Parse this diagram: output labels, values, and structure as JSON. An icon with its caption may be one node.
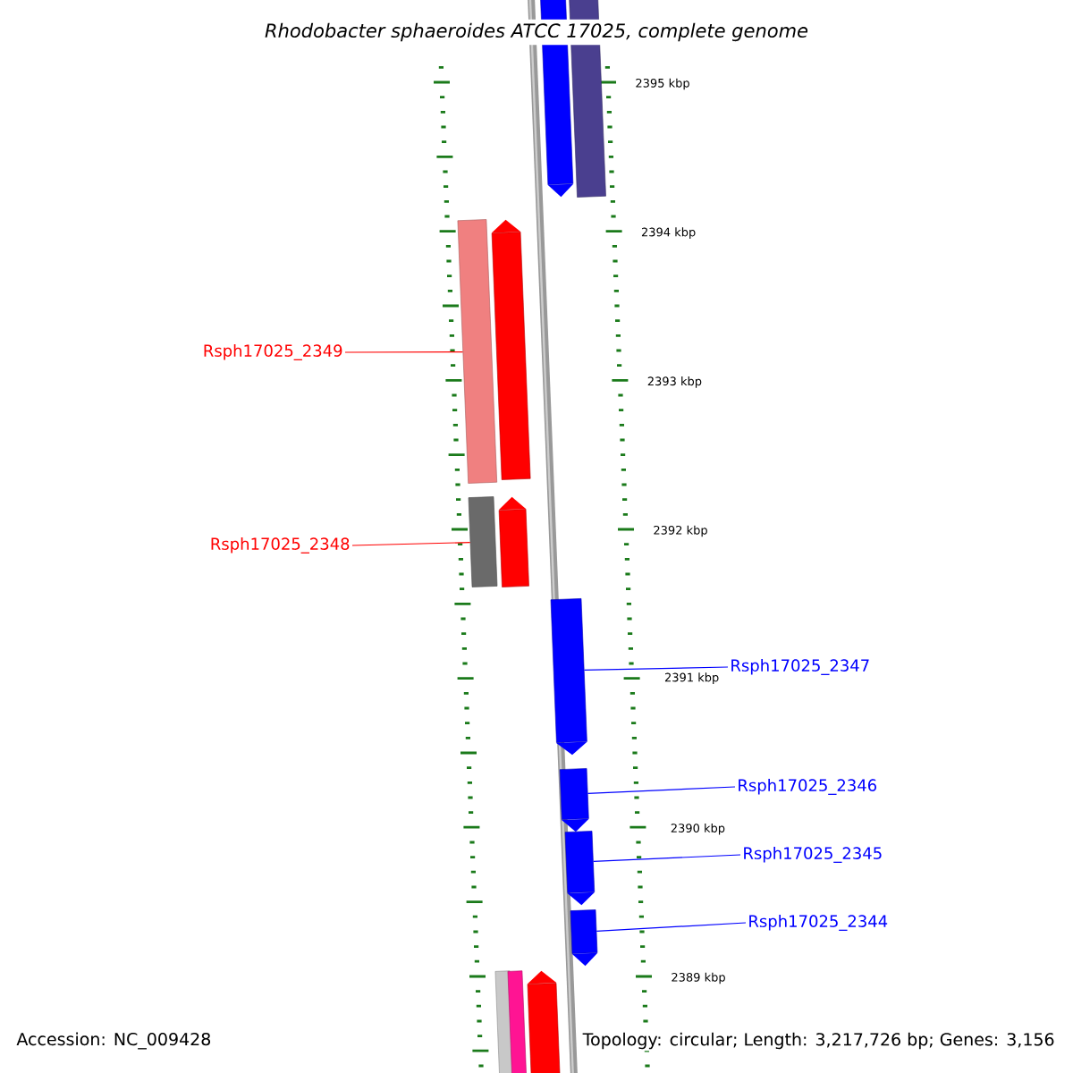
{
  "diagram": {
    "title": "Rhodobacter sphaeroides ATCC 17025, complete genome",
    "nodes": [
      {
        "text": [
          "Rsph17025_2349"
        ]
      },
      {
        "text": [
          "Rsph17025_2348"
        ]
      },
      {
        "text": [
          "Rsph17025_2347"
        ]
      },
      {
        "text": [
          "Rsph17025_2346"
        ]
      },
      {
        "text": [
          "Rsph17025_2345"
        ]
      },
      {
        "text": [
          "Rsph17025_2344"
        ]
      },
      {
        "text": [],
        "shape": "bar"
      },
      {
        "text": [],
        "shape": "bar"
      },
      {
        "text": [],
        "shape": "bar"
      },
      {
        "text": [],
        "shape": "bar"
      },
      {
        "text": [],
        "shape": "bar"
      },
      {
        "text": [],
        "shape": "bar"
      }
    ],
    "edges": [
      {
        "from": 0,
        "to": 6,
        "arrow": "none",
        "color": "#ff0000"
      },
      {
        "from": 1,
        "to": 7,
        "arrow": "none",
        "color": "#ff0000"
      },
      {
        "from": 2,
        "to": 8,
        "arrow": "none"
      },
      {
        "from": 3,
        "to": 9,
        "arrow": "none"
      },
      {
        "from": 4,
        "to": 10,
        "arrow": "none"
      },
      {
        "from": 5,
        "to": 11,
        "arrow": "none"
      }
    ],
    "labels": [
      "2395 kbp",
      "2394 kbp",
      "2393 kbp",
      "2392 kbp",
      "2391 kbp",
      "2390 kbp",
      "2389 kbp",
      "Accession: NC_009428",
      "Topology: circular; Length: 3,217,726 bp; Genes: 3,156"
    ]
  }
}
